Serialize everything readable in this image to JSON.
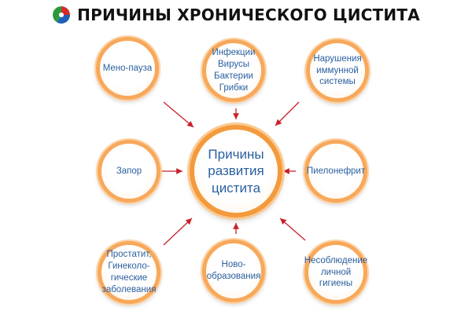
{
  "header": {
    "title": "ПРИЧИНЫ ХРОНИЧЕСКОГО ЦИСТИТА",
    "logo_icon": "tricolor-swirl-icon"
  },
  "colors": {
    "node_border": "#f7a85a",
    "center_border": "#f39a3c",
    "text": "#2a5f9e",
    "arrow": "#c8202a"
  },
  "center": {
    "label": "Причины\nразвития\nцистита"
  },
  "nodes": [
    {
      "id": "menopause",
      "label": "Мено-пауза"
    },
    {
      "id": "infections",
      "label": "Инфекции\nВирусы\nБактерии\nГрибки"
    },
    {
      "id": "immune",
      "label": "Нарушения\nиммунной\nсистемы"
    },
    {
      "id": "constipation",
      "label": "Запор"
    },
    {
      "id": "pyelonephritis",
      "label": "Пиелонефрит"
    },
    {
      "id": "prostatitis",
      "label": "Простатит,\nГинеколо-\nгические\nзаболевания"
    },
    {
      "id": "neoplasms",
      "label": "Ново-\nобразования"
    },
    {
      "id": "hygiene",
      "label": "Несоблюдение\nличной\nгигиены"
    }
  ]
}
